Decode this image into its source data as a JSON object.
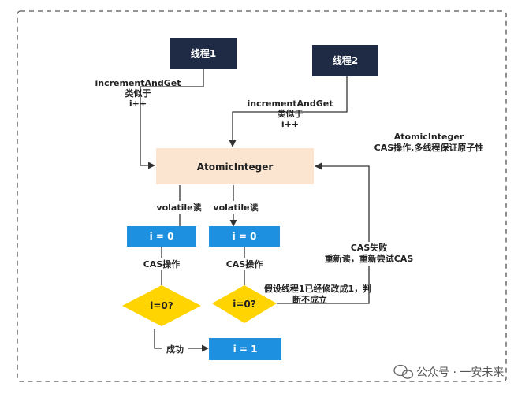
{
  "colors": {
    "thread_box": "#1f2a44",
    "atomic_box": "#fbe5d0",
    "blue_box": "#1e90e0",
    "diamond": "#ffd400",
    "line": "#333333",
    "border_dash": "#555555"
  },
  "nodes": {
    "thread1": "线程1",
    "thread2": "线程2",
    "atomic": "AtomicInteger",
    "read_left": "i = 0",
    "read_right": "i = 0",
    "check_left": "i=0?",
    "check_right": "i=0?",
    "result": "i = 1"
  },
  "labels": {
    "t1_call": [
      "incrementAndGet",
      "类似于",
      "i++"
    ],
    "t2_call": [
      "incrementAndGet",
      "类似于",
      "i++"
    ],
    "note": [
      "AtomicInteger",
      "CAS操作,多线程保证原子性"
    ],
    "volatile_left": "volatile读",
    "volatile_right": "volatile读",
    "cas_left": "CAS操作",
    "cas_right": "CAS操作",
    "fail_assume": [
      "假设线程1已经修改成1，判",
      "断不成立"
    ],
    "cas_fail": [
      "CAS失败",
      "重新读，重新尝试CAS"
    ],
    "success": "成功"
  },
  "watermark": {
    "icon": "wechat-icon",
    "text": "公众号 · 一安未来"
  }
}
